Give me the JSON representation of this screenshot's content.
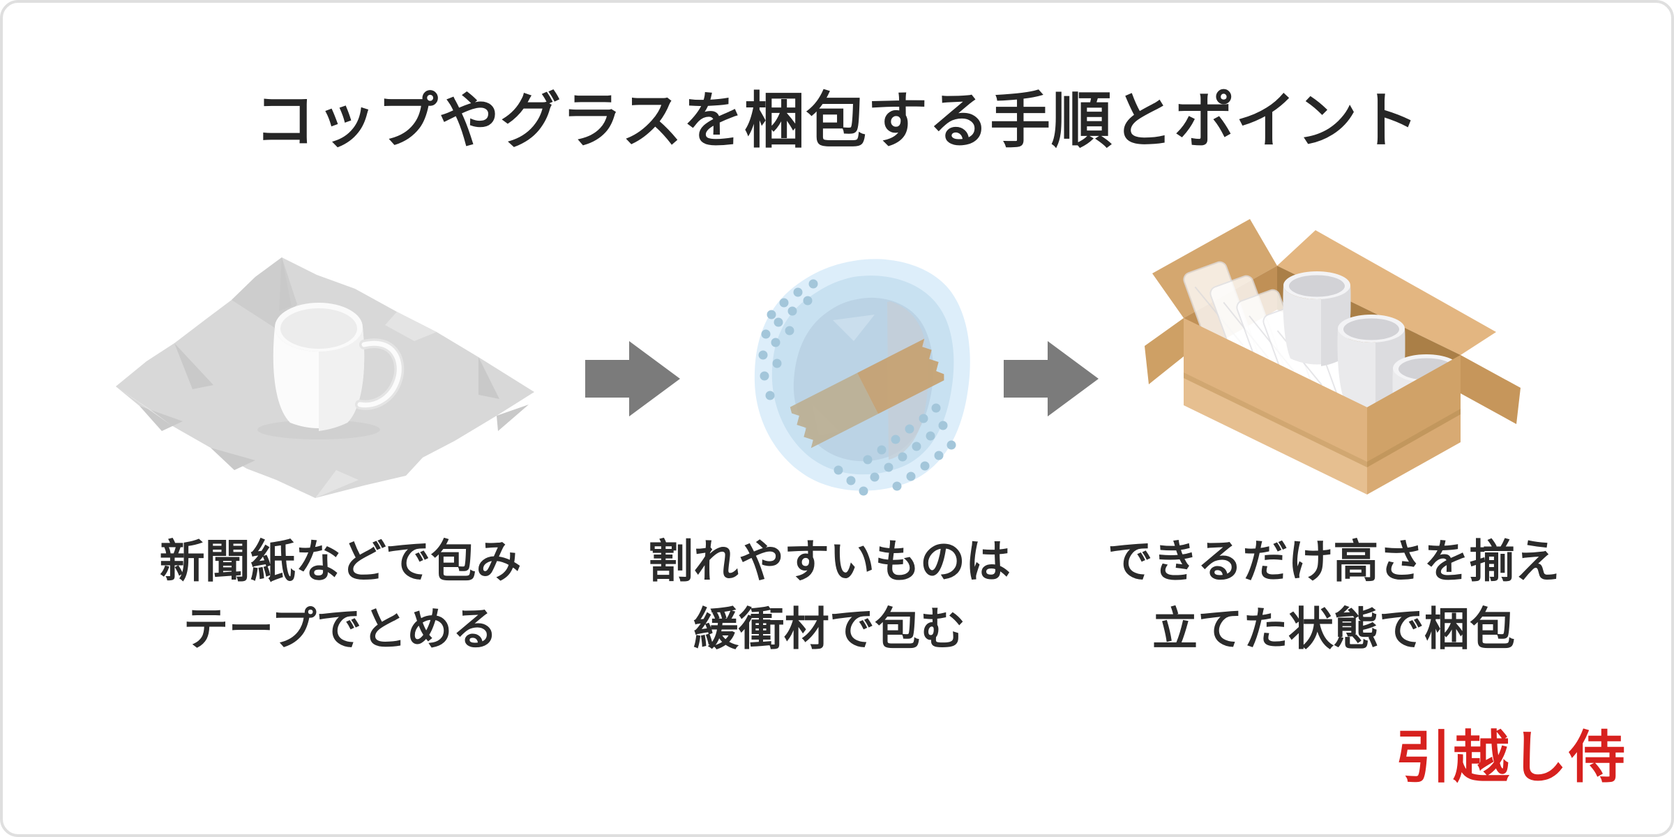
{
  "title": "コップやグラスを梱包する手順とポイント",
  "steps": [
    {
      "id": "step-1",
      "illustration": "mug-on-crumpled-newspaper",
      "caption_line1": "新聞紙などで包み",
      "caption_line2": "テープでとめる"
    },
    {
      "id": "step-2",
      "illustration": "cup-wrapped-in-bubble-wrap-with-tape",
      "caption_line1": "割れやすいものは",
      "caption_line2": "緩衝材で包む"
    },
    {
      "id": "step-3",
      "illustration": "cups-standing-upright-in-cardboard-box",
      "caption_line1": "できるだけ高さを揃え",
      "caption_line2": "立てた状態で梱包"
    }
  ],
  "logo": {
    "text": "引越し侍",
    "color": "#d7211e"
  },
  "colors": {
    "background": "#ffffff",
    "frame_border": "#dfdfdf",
    "title_text": "#262626",
    "caption_text": "#2b2b2b",
    "arrow": "#7b7b7b",
    "newspaper": "#d8d8d8",
    "mug_white": "#fbfbfb",
    "bubble_wrap_outer": "#ddeefa",
    "bubble_wrap_mid": "#c6dff0",
    "bubble_dots": "#a3c6da",
    "tape_left": "#bdb094",
    "tape_right": "#c6a171",
    "cardboard_light": "#e6bf90",
    "cardboard_mid": "#d8aa73",
    "cardboard_inner": "#aa7f47",
    "cup_gray": "#eaeaec"
  }
}
